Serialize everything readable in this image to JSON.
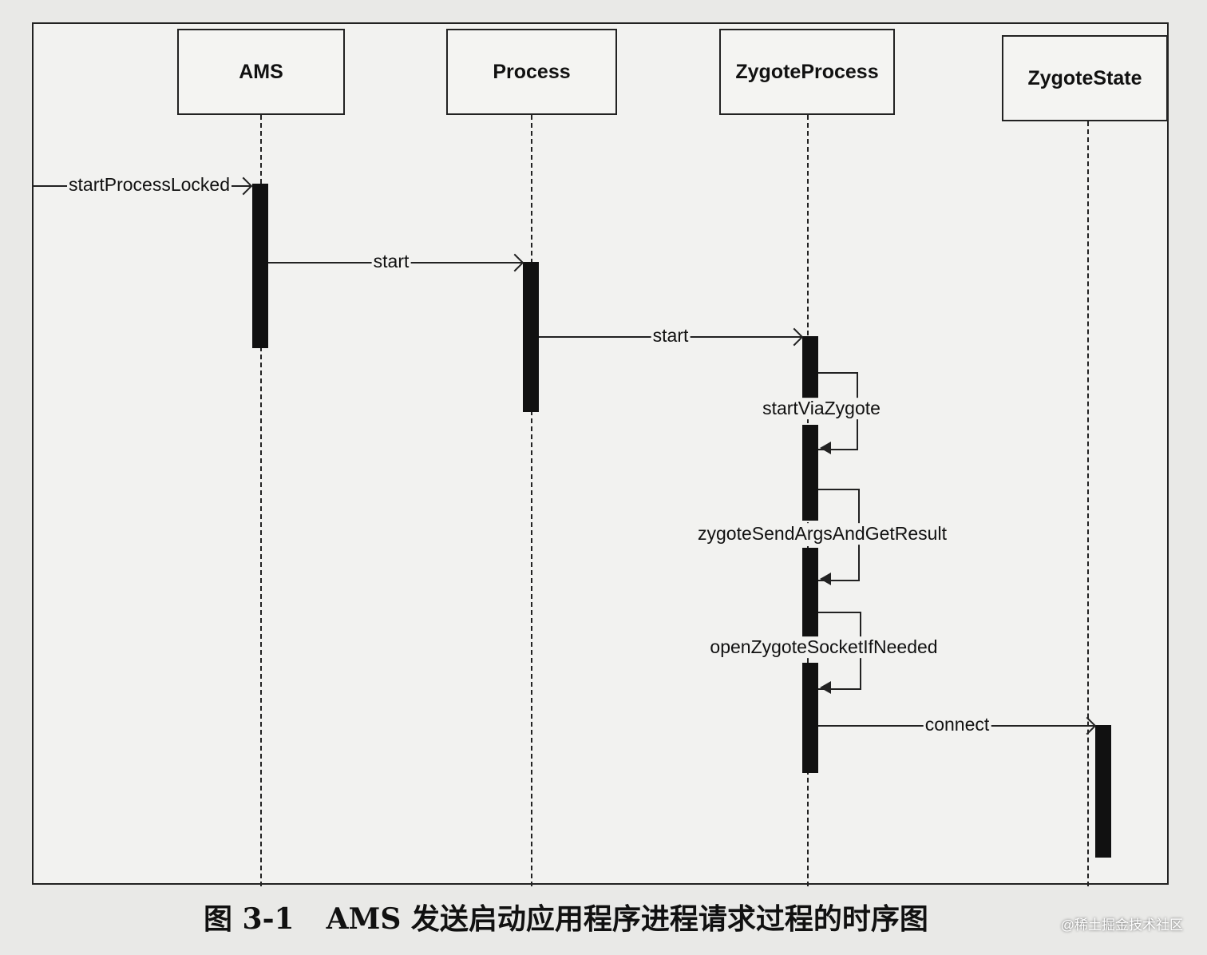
{
  "lifelines": [
    {
      "id": "ams",
      "label": "AMS"
    },
    {
      "id": "process",
      "label": "Process"
    },
    {
      "id": "zygote_process",
      "label": "ZygoteProcess"
    },
    {
      "id": "zygote_state",
      "label": "ZygoteState"
    }
  ],
  "messages": [
    {
      "label": "startProcessLocked",
      "from": "external",
      "to": "AMS"
    },
    {
      "label": "start",
      "from": "AMS",
      "to": "Process"
    },
    {
      "label": "start",
      "from": "Process",
      "to": "ZygoteProcess"
    },
    {
      "label": "startViaZygote",
      "from": "ZygoteProcess",
      "to": "ZygoteProcess"
    },
    {
      "label": "zygoteSendArgsAndGetResult",
      "from": "ZygoteProcess",
      "to": "ZygoteProcess"
    },
    {
      "label": "openZygoteSocketIfNeeded",
      "from": "ZygoteProcess",
      "to": "ZygoteProcess"
    },
    {
      "label": "connect",
      "from": "ZygoteProcess",
      "to": "ZygoteState"
    }
  ],
  "caption": {
    "number": "图 3-1",
    "text": "AMS 发送启动应用程序进程请求过程的时序图"
  },
  "watermark": "@稀土掘金技术社区"
}
